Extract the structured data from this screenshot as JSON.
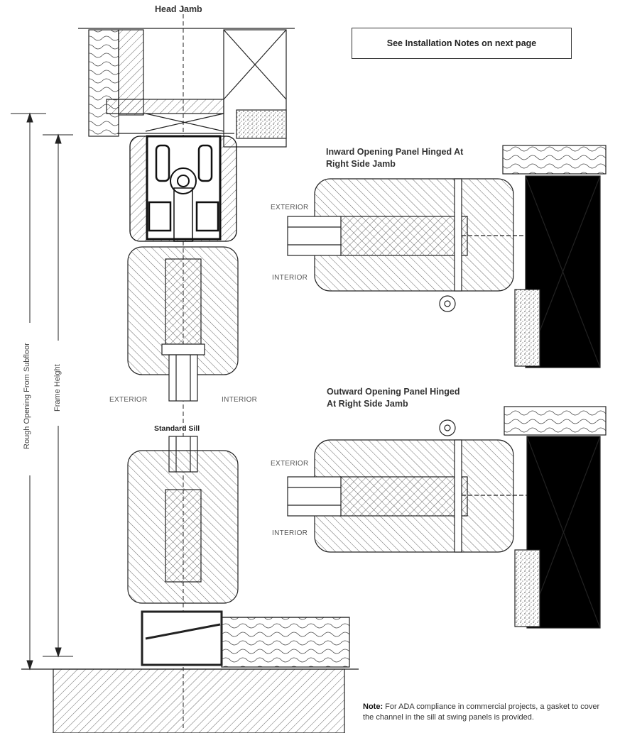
{
  "labels": {
    "head_jamb": "Head Jamb",
    "standard_sill": "Standard Sill",
    "install_notes": "See Installation Notes on next page",
    "inward_title_1": "Inward Opening Panel Hinged At",
    "inward_title_2": "Right Side Jamb",
    "outward_title_1": "Outward Opening Panel Hinged",
    "outward_title_2": "At Right Side Jamb",
    "exterior": "EXTERIOR",
    "interior": "INTERIOR",
    "rough_opening": "Rough Opening From Subfloor",
    "frame_height": "Frame Height"
  },
  "note": {
    "prefix": "Note:",
    "text": "For ADA compliance in commercial projects, a gasket to cover the channel in the sill at swing panels is provided."
  }
}
